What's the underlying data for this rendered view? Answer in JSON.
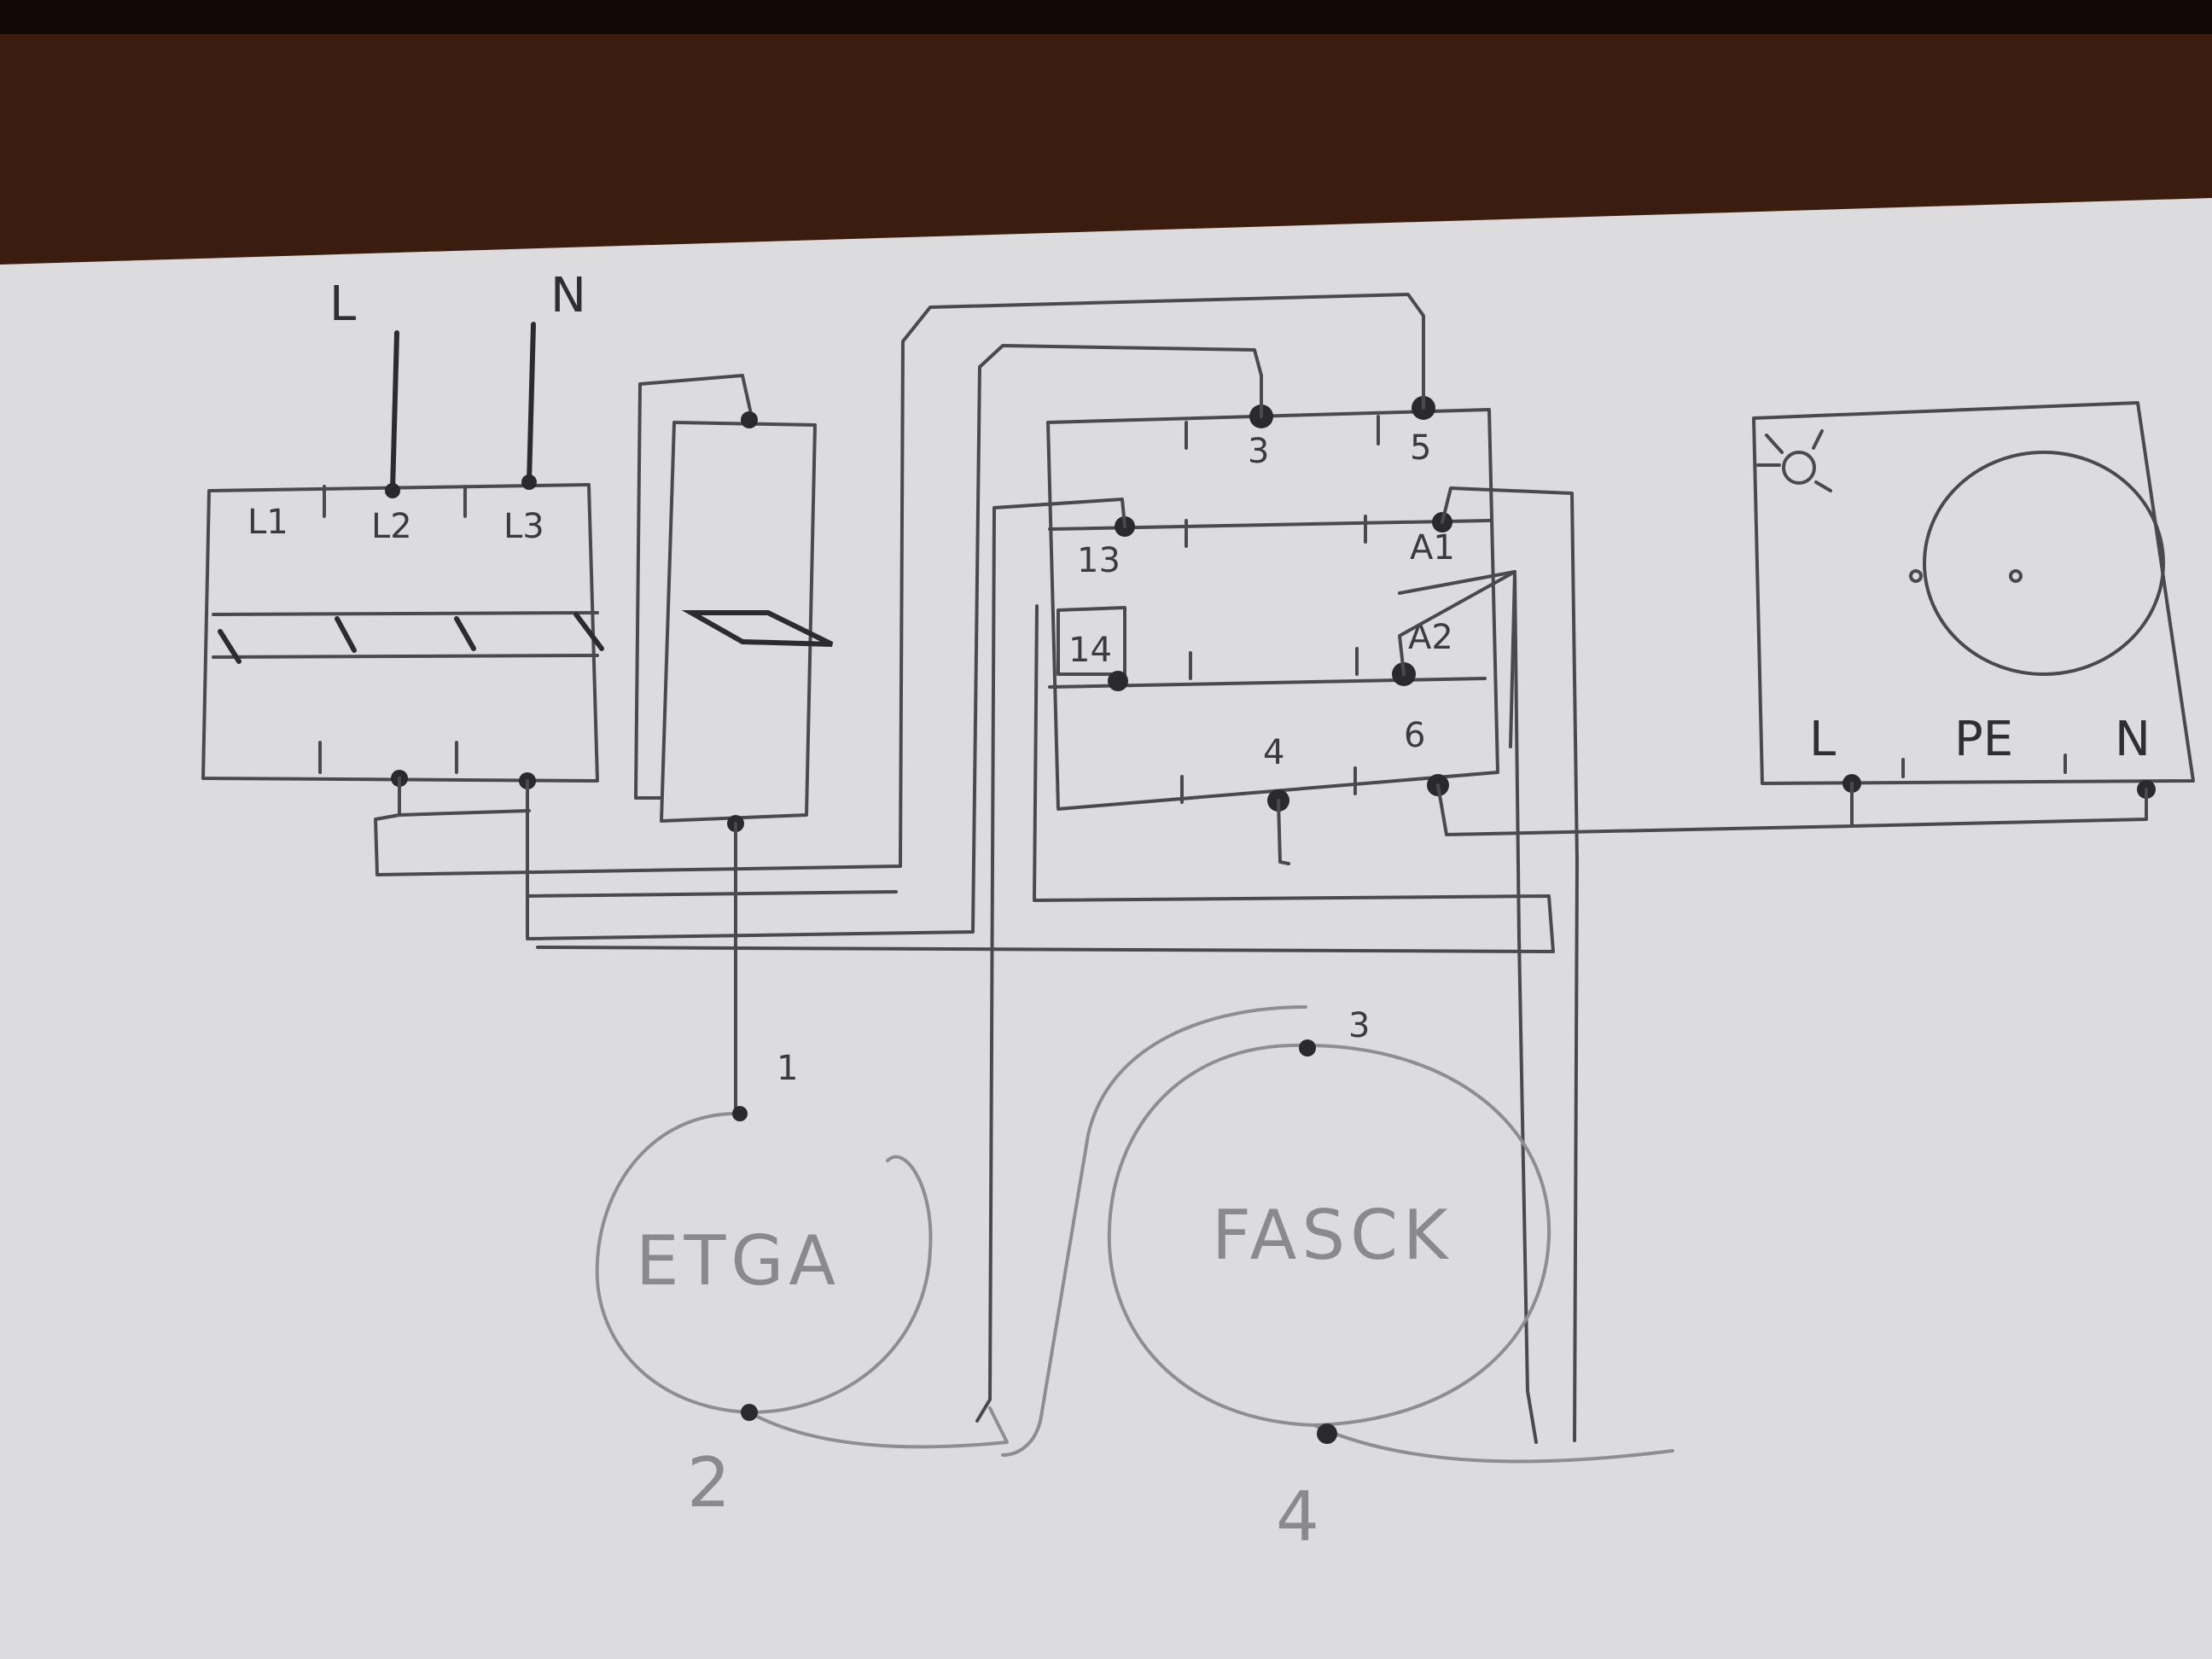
{
  "supply": {
    "line": "L",
    "neutral": "N"
  },
  "breaker": {
    "t1": "L1",
    "t2": "L2",
    "t3": "L3"
  },
  "contactor": {
    "t3": "3",
    "t5": "5",
    "t13": "13",
    "a1": "A1",
    "t14": "14",
    "a2": "A2",
    "t4": "4",
    "t6": "6"
  },
  "socket": {
    "l": "L",
    "pe": "PE",
    "n": "N"
  },
  "coil_left": {
    "label": "ETGA",
    "top": "1",
    "bottom": "2"
  },
  "coil_right": {
    "label": "FASCK",
    "top": "3",
    "bottom": "4"
  },
  "colors": {
    "paper": "#dcdcdf",
    "ink": "#4a4a4c",
    "wood": "#3a1d0e"
  }
}
